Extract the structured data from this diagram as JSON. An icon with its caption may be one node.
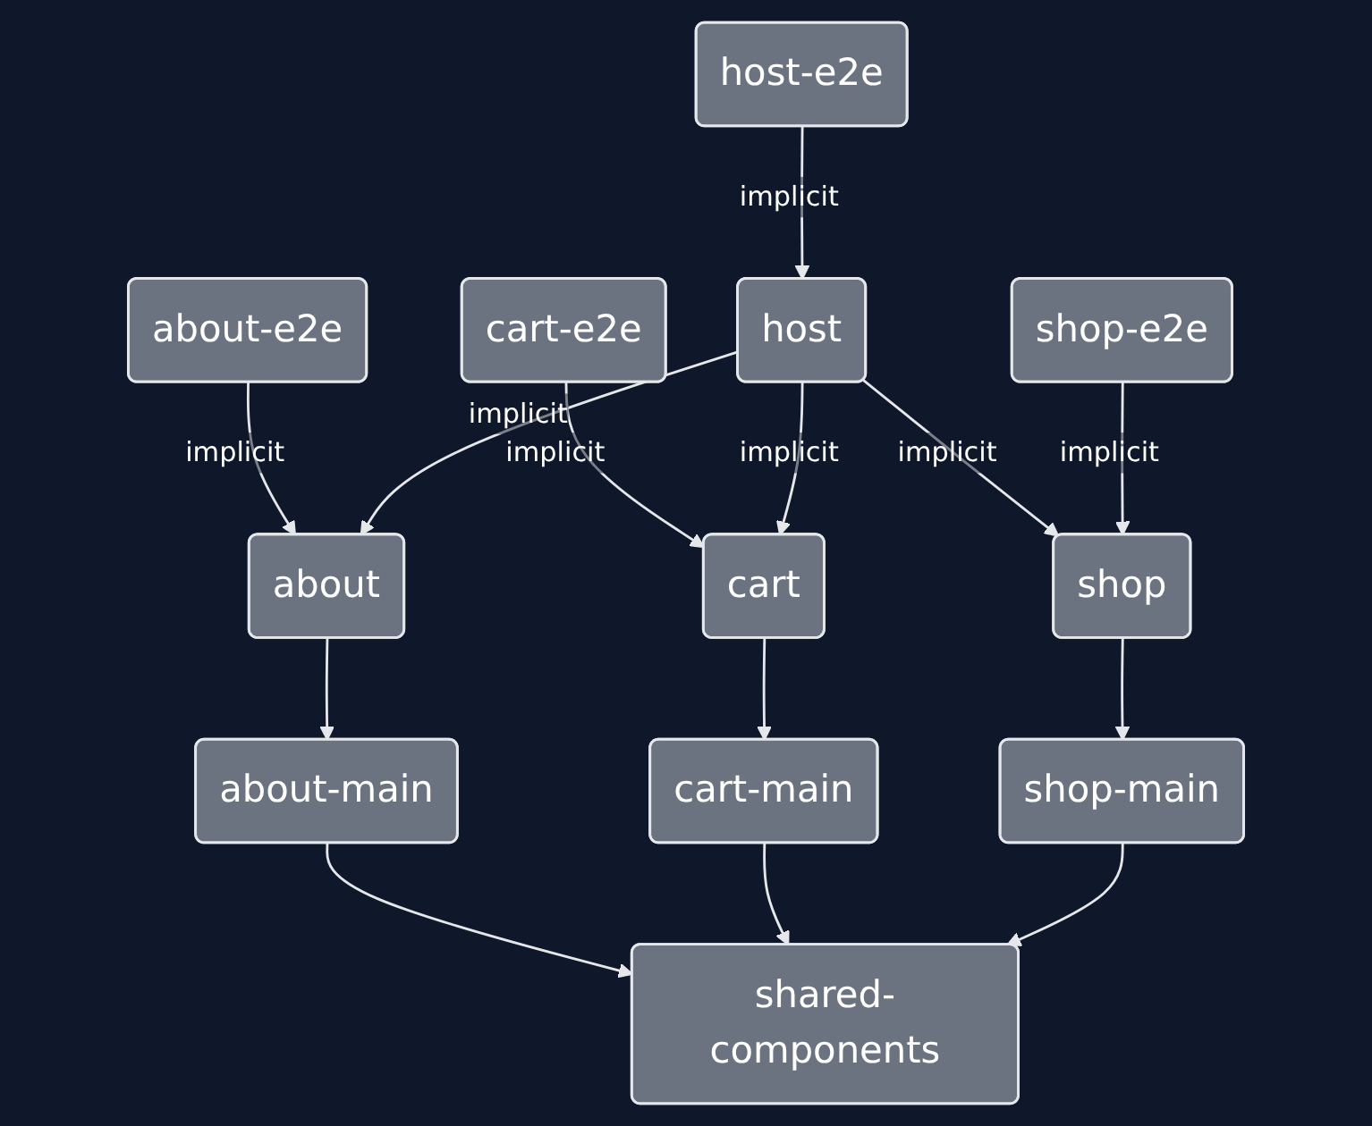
{
  "diagram": {
    "nodes": [
      {
        "text": [
          "host-e2e"
        ]
      },
      {
        "text": [
          "about-e2e"
        ]
      },
      {
        "text": [
          "cart-e2e"
        ]
      },
      {
        "text": [
          "host"
        ]
      },
      {
        "text": [
          "shop-e2e"
        ]
      },
      {
        "text": [
          "about"
        ]
      },
      {
        "text": [
          "cart"
        ]
      },
      {
        "text": [
          "shop"
        ]
      },
      {
        "text": [
          "about-main"
        ]
      },
      {
        "text": [
          "cart-main"
        ]
      },
      {
        "text": [
          "shop-main"
        ]
      },
      {
        "text": [
          "shared-components"
        ]
      }
    ],
    "edges": [
      {
        "from": 0,
        "to": 3,
        "arrow": "to",
        "label": "implicit"
      },
      {
        "from": 1,
        "to": 5,
        "arrow": "to",
        "label": "implicit"
      },
      {
        "from": 3,
        "to": 5,
        "arrow": "to",
        "label": "implicit"
      },
      {
        "from": 2,
        "to": 6,
        "arrow": "to",
        "label": "implicit"
      },
      {
        "from": 3,
        "to": 6,
        "arrow": "to",
        "label": "implicit"
      },
      {
        "from": 3,
        "to": 7,
        "arrow": "to",
        "label": "implicit"
      },
      {
        "from": 4,
        "to": 7,
        "arrow": "to",
        "label": "implicit"
      },
      {
        "from": 5,
        "to": 8,
        "arrow": "to"
      },
      {
        "from": 6,
        "to": 9,
        "arrow": "to"
      },
      {
        "from": 7,
        "to": 10,
        "arrow": "to"
      },
      {
        "from": 8,
        "to": 11,
        "arrow": "to"
      },
      {
        "from": 9,
        "to": 11,
        "arrow": "to"
      },
      {
        "from": 10,
        "to": 11,
        "arrow": "to"
      }
    ]
  }
}
